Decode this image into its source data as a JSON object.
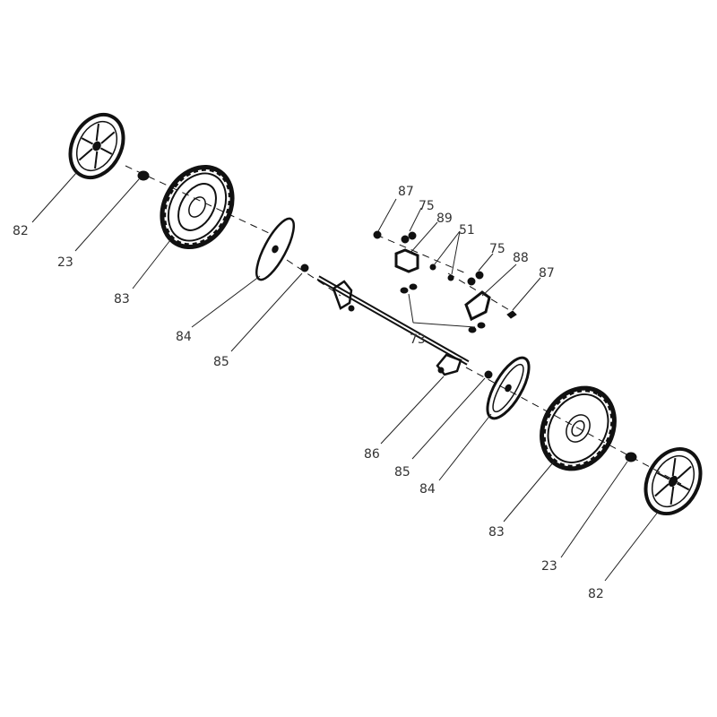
{
  "labels": {
    "wheel_cover_left": "82",
    "nut_left": "23",
    "tire_left": "83",
    "disc_left": "84",
    "washer_left": "85",
    "axle": "86",
    "washer_right": "85",
    "disc_right": "84",
    "tire_right": "83",
    "nut_right": "23",
    "wheel_cover_right": "82",
    "bolt_top_left": "87",
    "nut_top_left": "75",
    "bracket_left": "89",
    "pin": "51",
    "nut_top_right": "75",
    "bracket_right": "88",
    "bolt_right": "87",
    "nut_bottom": "73"
  },
  "colors": {
    "line": "#111111",
    "label": "#333333",
    "background": "#ffffff"
  }
}
